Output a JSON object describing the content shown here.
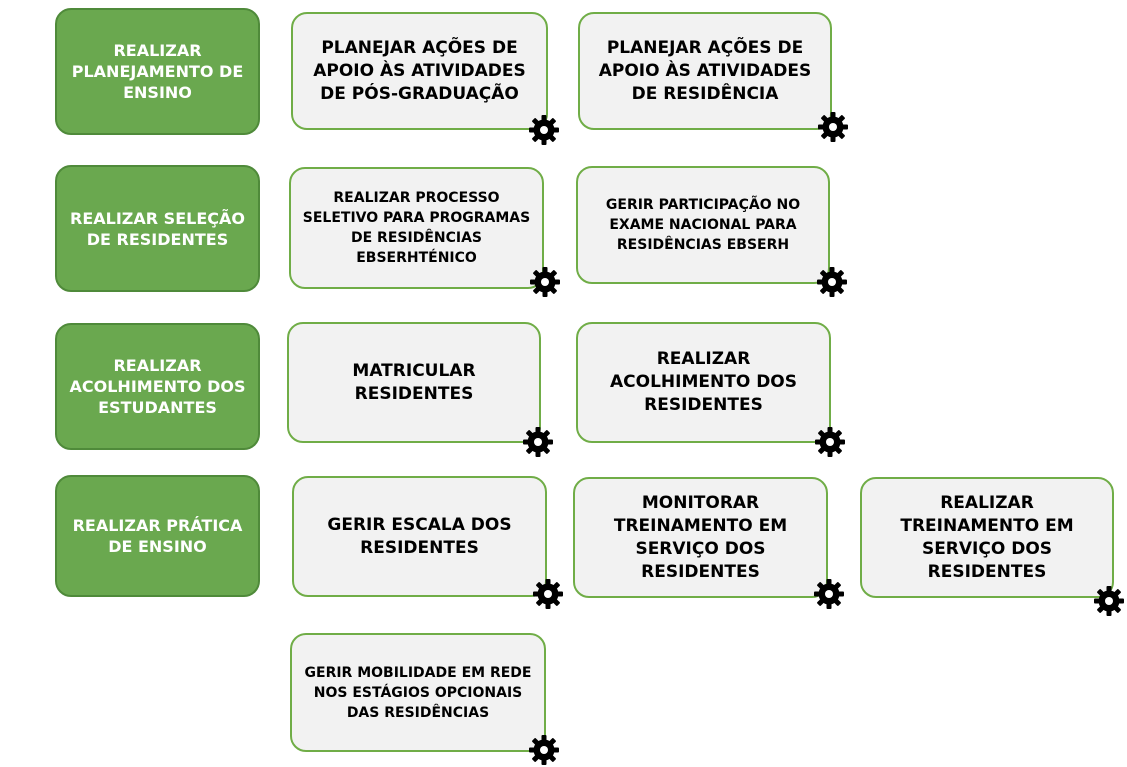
{
  "colors": {
    "head_fill": "#6aa84f",
    "box_border": "#70ad47",
    "box_fill": "#f2f2f2"
  },
  "rows": [
    {
      "header": "REALIZAR PLANEJAMENTO DE ENSINO",
      "activities": [
        {
          "label": "PLANEJAR AÇÕES DE APOIO ÀS ATIVIDADES DE PÓS-GRADUAÇÃO",
          "icon": "gear-icon"
        },
        {
          "label": "PLANEJAR AÇÕES DE APOIO ÀS ATIVIDADES DE RESIDÊNCIA",
          "icon": "gear-icon"
        }
      ]
    },
    {
      "header": "REALIZAR SELEÇÃO DE RESIDENTES",
      "activities": [
        {
          "label": "REALIZAR PROCESSO SELETIVO PARA PROGRAMAS DE RESIDÊNCIAS EBSERHTÉNICO",
          "icon": "gear-icon"
        },
        {
          "label": "GERIR PARTICIPAÇÃO NO EXAME NACIONAL PARA RESIDÊNCIAS EBSERH",
          "icon": "gear-icon"
        }
      ]
    },
    {
      "header": "REALIZAR ACOLHIMENTO DOS ESTUDANTES",
      "activities": [
        {
          "label": "MATRICULAR RESIDENTES",
          "icon": "gear-icon"
        },
        {
          "label": "REALIZAR ACOLHIMENTO DOS RESIDENTES",
          "icon": "gear-icon"
        }
      ]
    },
    {
      "header": "REALIZAR PRÁTICA DE ENSINO",
      "activities": [
        {
          "label": "GERIR ESCALA DOS RESIDENTES",
          "icon": "gear-icon"
        },
        {
          "label": "MONITORAR TREINAMENTO EM SERVIÇO DOS RESIDENTES",
          "icon": "gear-icon"
        },
        {
          "label": "REALIZAR TREINAMENTO EM SERVIÇO DOS RESIDENTES",
          "icon": "gear-icon"
        },
        {
          "label": "GERIR MOBILIDADE EM REDE NOS ESTÁGIOS OPCIONAIS DAS RESIDÊNCIAS",
          "icon": "gear-icon"
        }
      ]
    }
  ]
}
